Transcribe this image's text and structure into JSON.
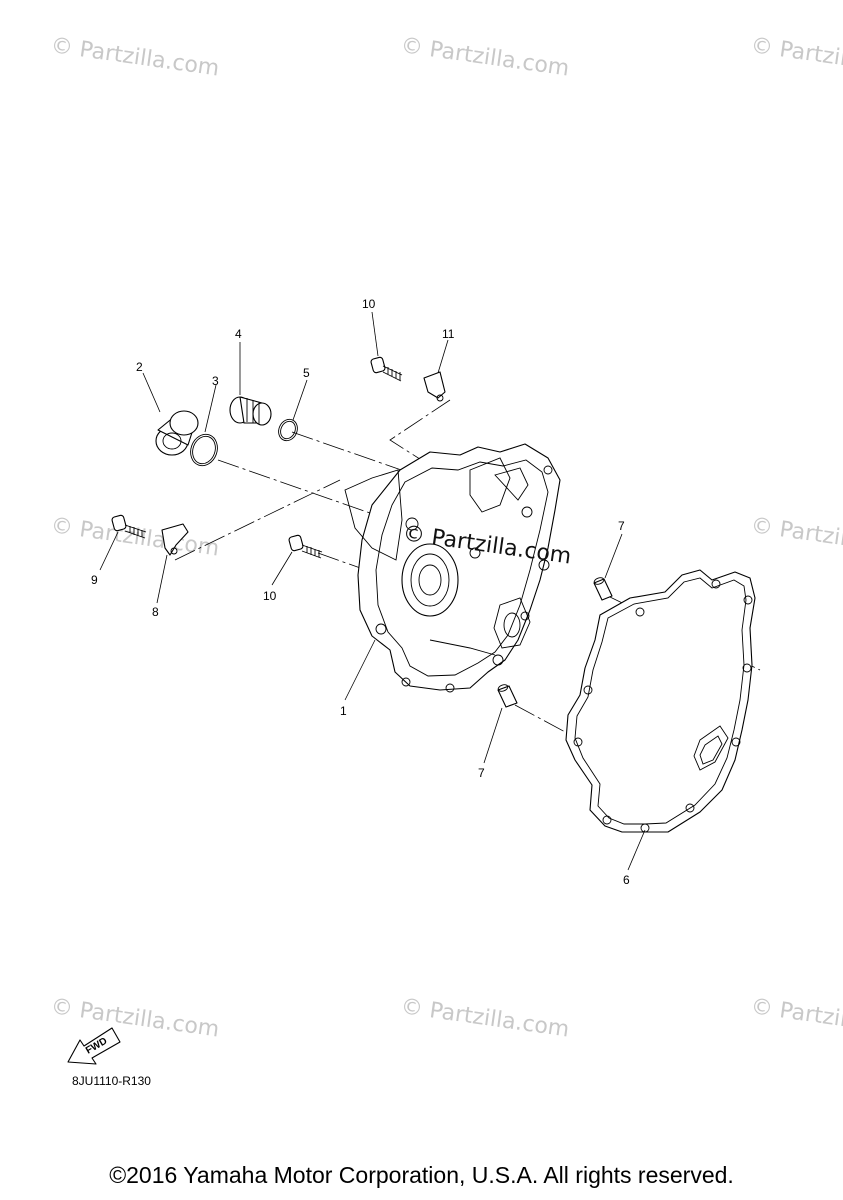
{
  "watermark": {
    "text": "© Partzilla.com",
    "center_text": "© Partzilla.com"
  },
  "callouts": {
    "c1": "1",
    "c2": "2",
    "c3": "3",
    "c4": "4",
    "c5": "5",
    "c6": "6",
    "c7a": "7",
    "c7b": "7",
    "c8": "8",
    "c9": "9",
    "c10a": "10",
    "c10b": "10",
    "c11": "11"
  },
  "fwd_label": "FWD",
  "drawing_code": "8JU1110-R130",
  "copyright": "©2016 Yamaha Motor Corporation, U.S.A. All rights reserved."
}
